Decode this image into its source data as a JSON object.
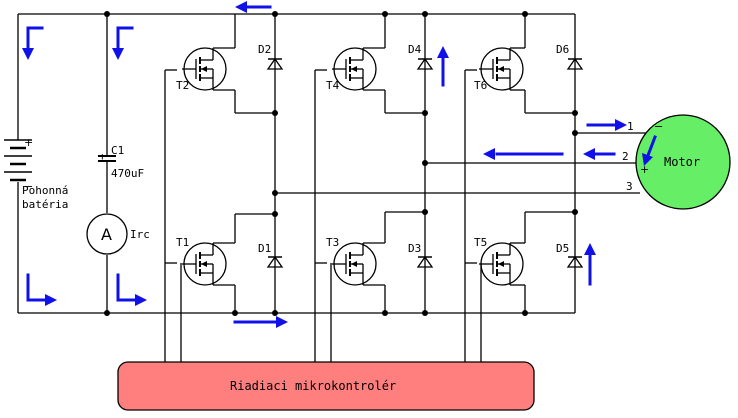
{
  "battery": {
    "label_line1": "Pohonná",
    "label_line2": "batéria",
    "plus": "+",
    "minus": "−"
  },
  "capacitor": {
    "name": "C1",
    "value": "470uF",
    "plus": "+"
  },
  "ammeter": {
    "symbol": "A",
    "label": "Irc"
  },
  "transistors": [
    "T1",
    "T2",
    "T3",
    "T4",
    "T5",
    "T6"
  ],
  "diodes": [
    "D1",
    "D2",
    "D3",
    "D4",
    "D5",
    "D6"
  ],
  "motor": {
    "label": "Motor",
    "terminals": [
      "1",
      "2",
      "3"
    ],
    "minus": "−",
    "plus": "+"
  },
  "controller": {
    "label": "Riadiaci mikrokontrolér"
  },
  "colors": {
    "wire": "#000000",
    "arrow": "#1010e8",
    "motor_fill": "#66ee66",
    "controller_fill": "#ff7f7f"
  }
}
